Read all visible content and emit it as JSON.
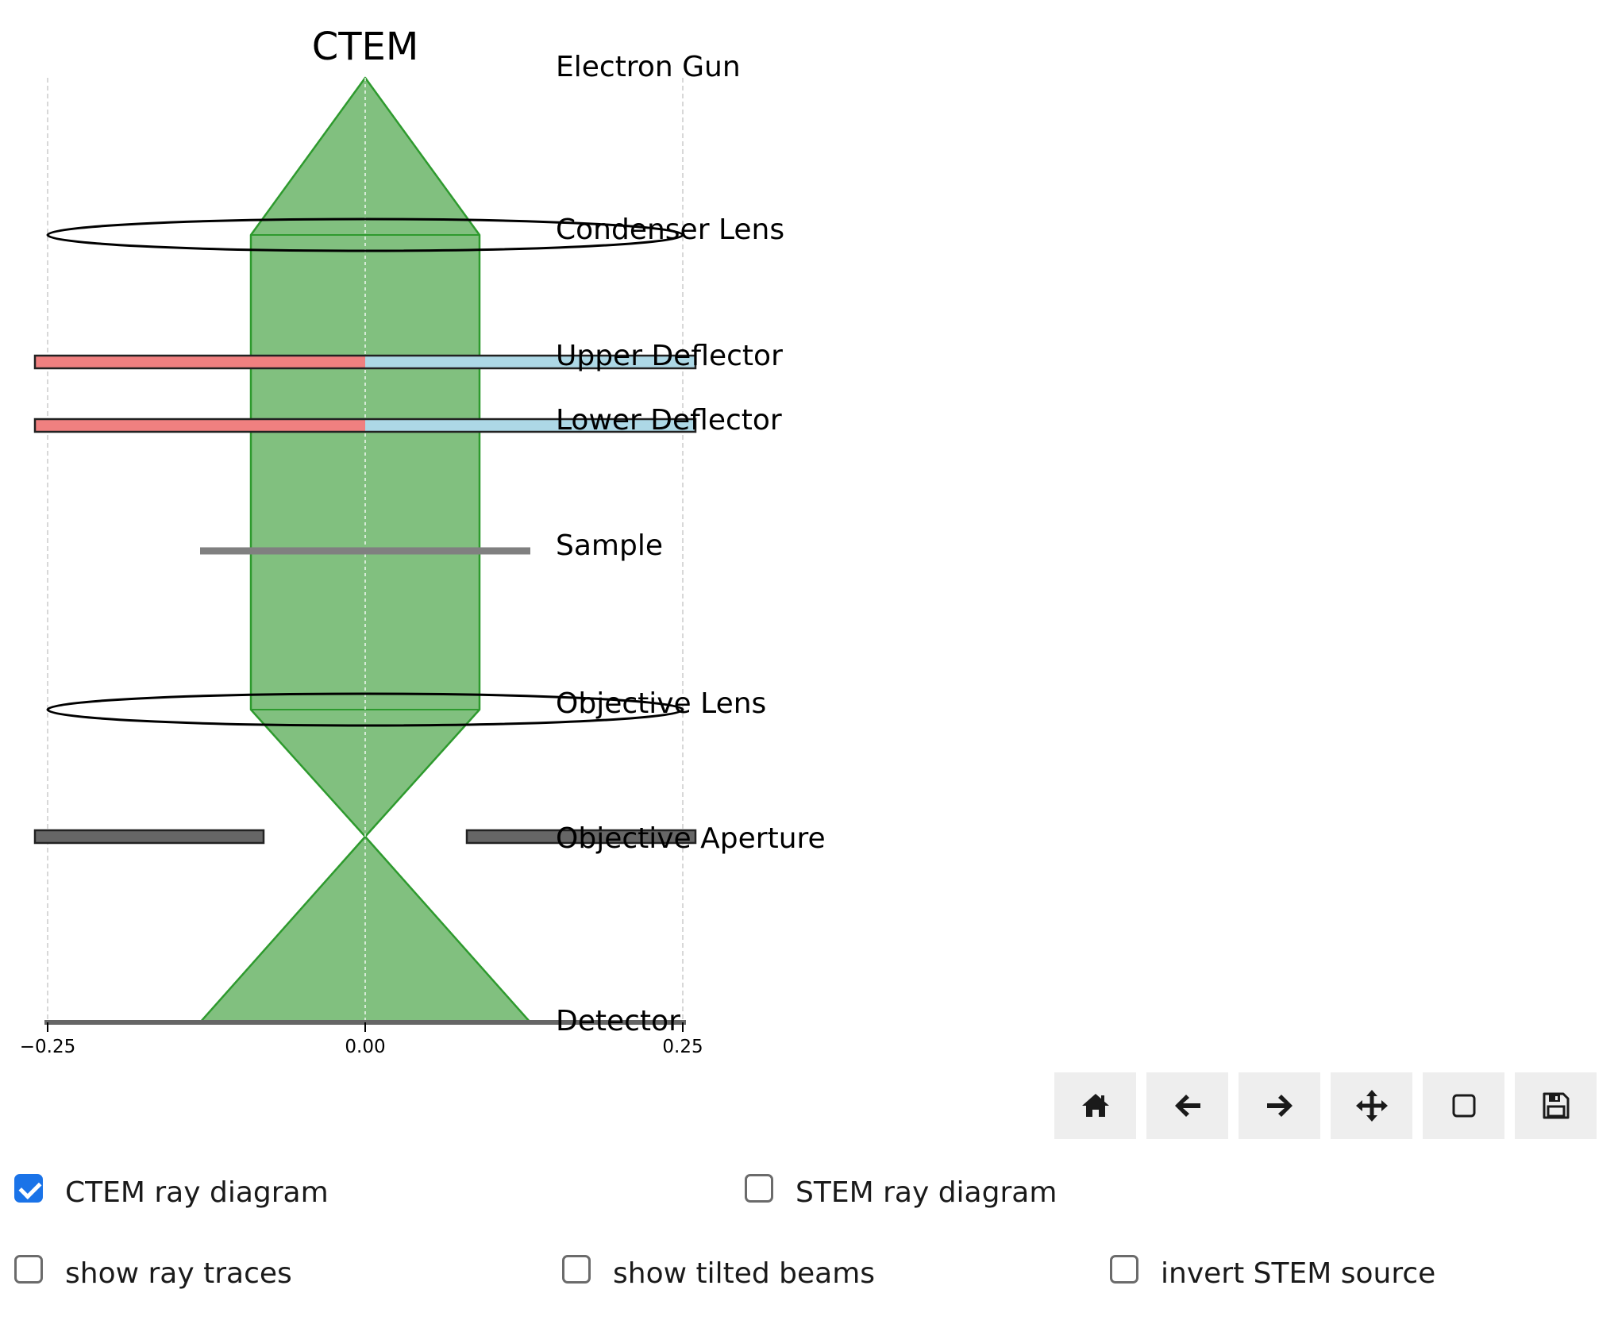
{
  "diagram": {
    "title": "CTEM",
    "components": [
      {
        "id": "gun",
        "label": "Electron Gun",
        "z": 0.0
      },
      {
        "id": "condenser",
        "label": "Condenser Lens",
        "z": 1.0
      },
      {
        "id": "upper_deflector",
        "label": "Upper Deflector",
        "z": 1.8
      },
      {
        "id": "lower_deflector",
        "label": "Lower Deflector",
        "z": 2.2
      },
      {
        "id": "sample",
        "label": "Sample",
        "z": 3.0
      },
      {
        "id": "objective",
        "label": "Objective Lens",
        "z": 4.0
      },
      {
        "id": "aperture",
        "label": "Objective Aperture",
        "z": 4.8
      },
      {
        "id": "detector",
        "label": "Detector",
        "z": 6.0
      }
    ],
    "x_axis": {
      "range": [
        -0.25,
        0.25
      ],
      "ticks": [
        -0.25,
        0.0,
        0.25
      ],
      "tick_labels": [
        "−0.25",
        "0.00",
        "0.25"
      ]
    },
    "beam": {
      "half_width_parallel": 0.09,
      "detector_half_width": 0.13,
      "crossover_z": 4.8
    },
    "lens_half_width": 0.25,
    "deflector_half_width": 0.26,
    "sample_half_width": 0.13,
    "aperture_inner": 0.08,
    "aperture_outer": 0.26,
    "colors": {
      "beam_fill": "#81c07f",
      "beam_stroke": "#2e9a2e",
      "deflector_left": "#f08080",
      "deflector_right": "#add8e6",
      "aperture": "#666666",
      "sample": "#808080",
      "detector": "#666666"
    }
  },
  "toolbar": [
    {
      "name": "home",
      "icon": "home-icon"
    },
    {
      "name": "back",
      "icon": "arrow-left-icon"
    },
    {
      "name": "forward",
      "icon": "arrow-right-icon"
    },
    {
      "name": "pan",
      "icon": "move-icon"
    },
    {
      "name": "zoom",
      "icon": "zoom-rect-icon"
    },
    {
      "name": "save",
      "icon": "save-icon"
    }
  ],
  "checkboxes": {
    "ctem": {
      "label": "CTEM ray diagram",
      "checked": true
    },
    "stem": {
      "label": "STEM ray diagram",
      "checked": false
    },
    "ray_traces": {
      "label": "show ray traces",
      "checked": false
    },
    "tilted_beams": {
      "label": "show tilted beams",
      "checked": false
    },
    "invert_stem": {
      "label": "invert STEM source",
      "checked": false
    }
  }
}
